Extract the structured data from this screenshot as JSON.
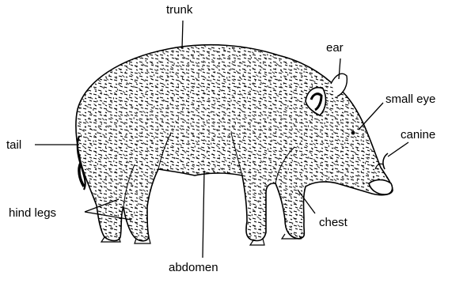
{
  "labels": {
    "trunk": "trunk",
    "ear": "ear",
    "small_eye": "small eye",
    "canine": "canine",
    "tail": "tail",
    "hind_legs": "hind legs",
    "chest": "chest",
    "abdomen": "abdomen"
  },
  "colors": {
    "ink": "#000000",
    "background": "#ffffff"
  }
}
